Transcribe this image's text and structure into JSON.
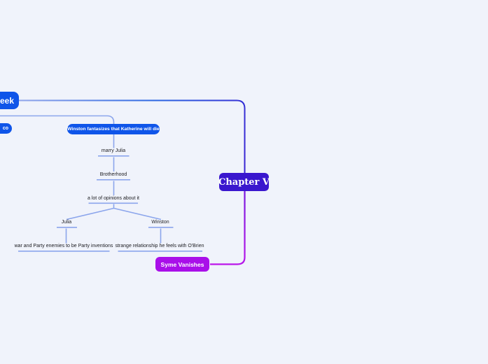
{
  "app": {
    "type": "mind-map-canvas"
  },
  "colors": {
    "background": "#f0f3fb",
    "node_blue": "#0f55e9",
    "root_indigo": "#3a17ce",
    "violet": "#a90fe9",
    "line_light": "#8ba5ec",
    "line_blue": "#2b66e2",
    "line_magenta": "#bd16ea",
    "text_dark": "#1b1b1f",
    "text_light": "#ffffff"
  },
  "nodes": {
    "root": {
      "label": "Chapter V"
    },
    "hate_week": {
      "label": "eek"
    },
    "co": {
      "label": "co"
    },
    "fantasy": {
      "label": "Winston fantasizes that Katherine will die"
    },
    "syme": {
      "label": "Syme Vanishes"
    }
  },
  "labels": {
    "marry_julia": "marry Julia",
    "brotherhood": "Brotherhood",
    "opinions": "a lot of opinions about it",
    "julia": "Julia",
    "winston": "Winston",
    "war_inventions": "war and Party enemies to be Party inventions",
    "obrien": "strange relationship he feels with O'Brien"
  }
}
